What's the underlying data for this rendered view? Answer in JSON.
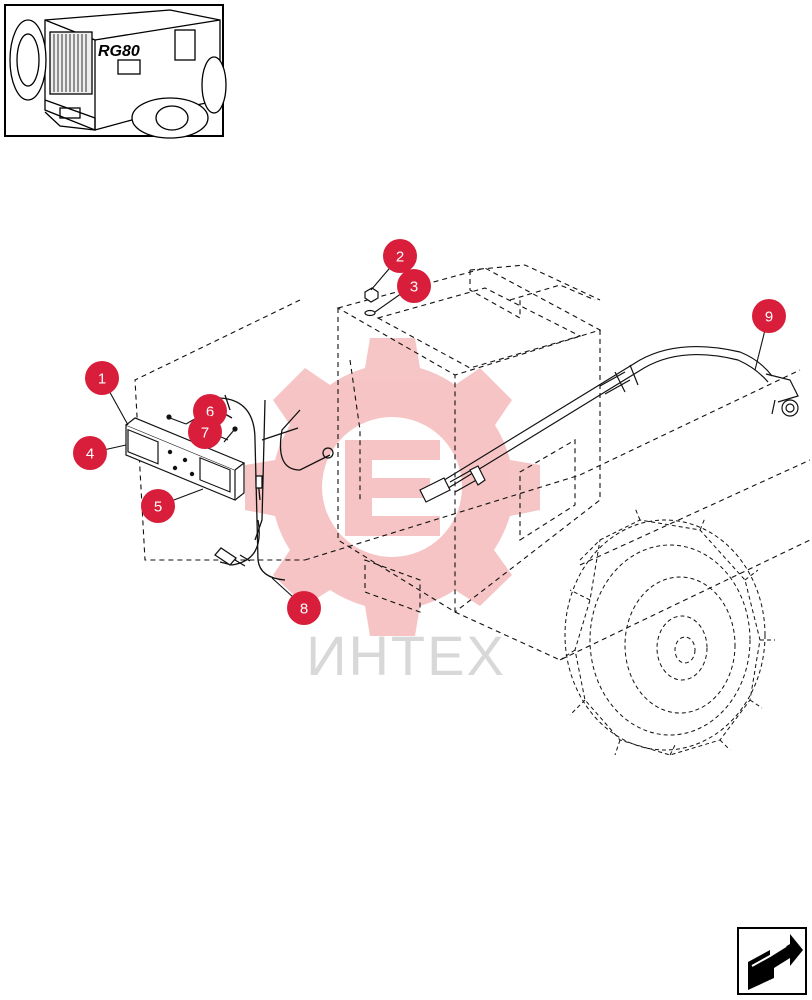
{
  "thumbnail": {
    "model_badge": "RG80"
  },
  "watermark": {
    "text": "ИНТЕХ"
  },
  "callouts": [
    {
      "id": "callout-1",
      "label": "1"
    },
    {
      "id": "callout-2",
      "label": "2"
    },
    {
      "id": "callout-3",
      "label": "3"
    },
    {
      "id": "callout-4",
      "label": "4"
    },
    {
      "id": "callout-5",
      "label": "5"
    },
    {
      "id": "callout-6",
      "label": "6"
    },
    {
      "id": "callout-7",
      "label": "7"
    },
    {
      "id": "callout-8",
      "label": "8"
    },
    {
      "id": "callout-9",
      "label": "9"
    }
  ],
  "colors": {
    "callout": "#d81e3a",
    "watermark_logo": "#f4b6b6",
    "line": "#111111"
  },
  "icons": {
    "next_page": "next-page-arrow-icon"
  }
}
